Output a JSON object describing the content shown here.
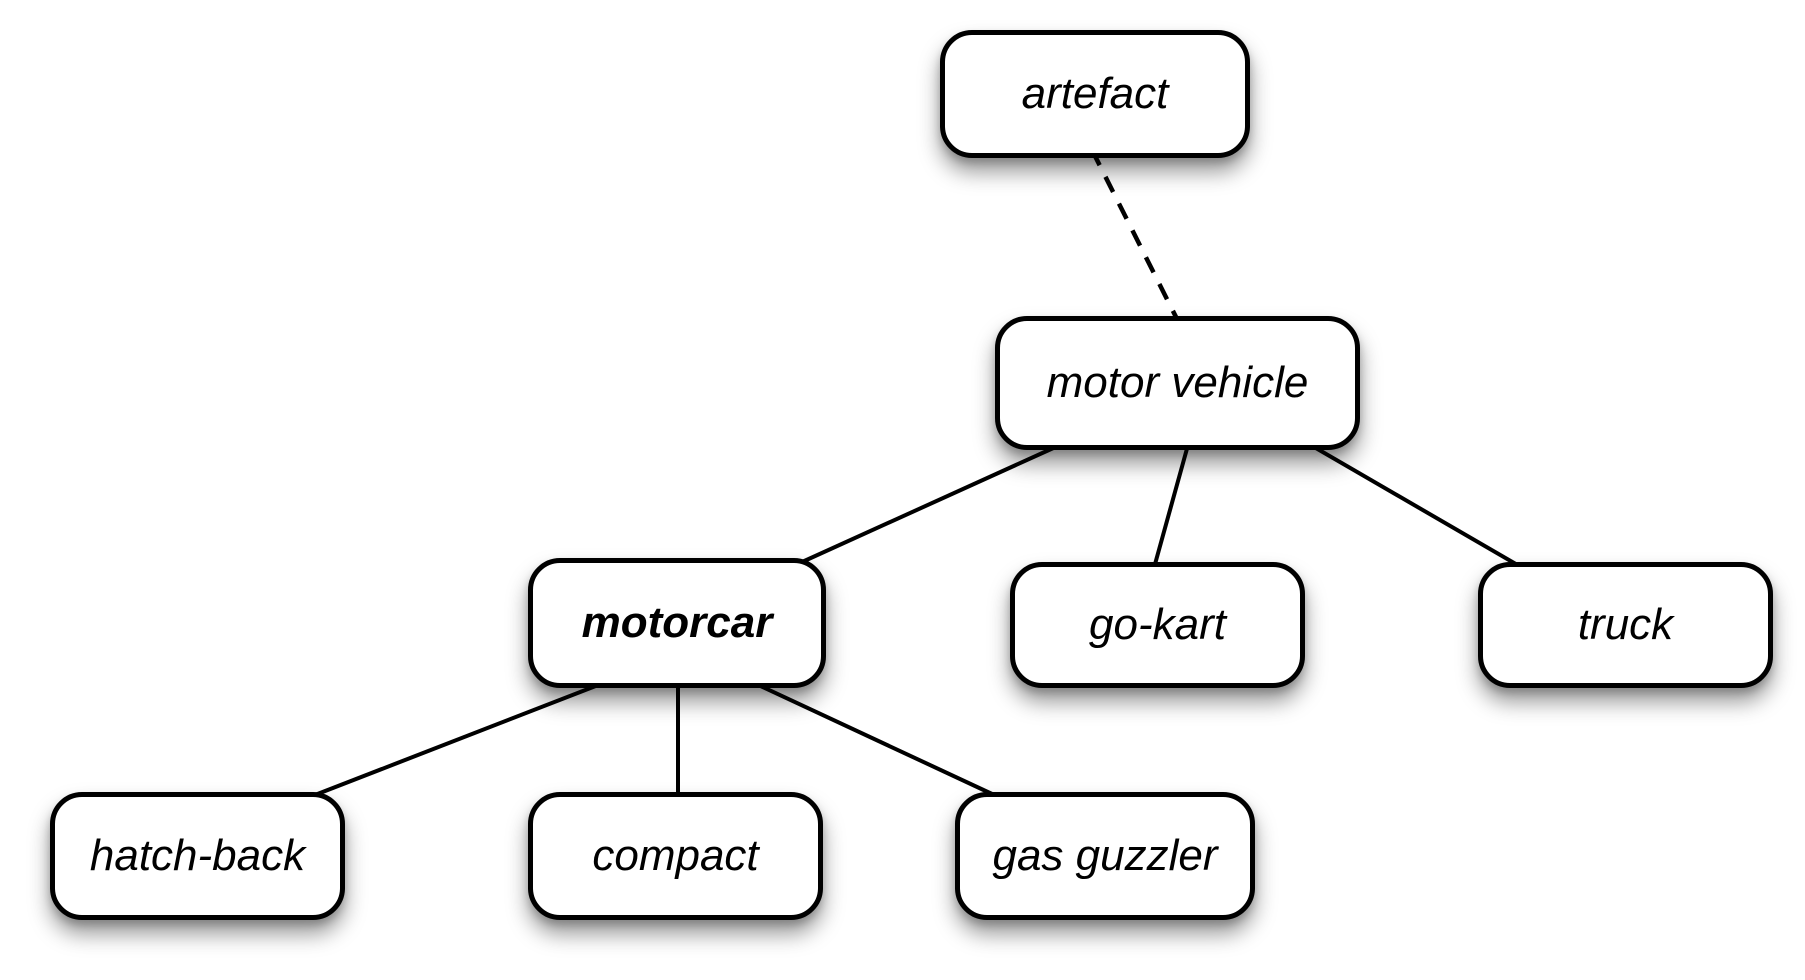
{
  "diagram": {
    "type": "tree-hierarchy",
    "root": "artefact",
    "highlighted_node": "motorcar",
    "colors": {
      "background": "#ffffff",
      "node_fill": "#ffffff",
      "node_border": "#000000",
      "text": "#000000",
      "shadow": "rgba(0,0,0,0.40)"
    },
    "nodes": [
      {
        "id": "artefact",
        "label": "artefact",
        "emphasis": "italic"
      },
      {
        "id": "motor-vehicle",
        "label": "motor vehicle",
        "emphasis": "italic"
      },
      {
        "id": "motorcar",
        "label": "motorcar",
        "emphasis": "bold-italic"
      },
      {
        "id": "go-kart",
        "label": "go-kart",
        "emphasis": "italic"
      },
      {
        "id": "truck",
        "label": "truck",
        "emphasis": "italic"
      },
      {
        "id": "hatch-back",
        "label": "hatch-back",
        "emphasis": "italic"
      },
      {
        "id": "compact",
        "label": "compact",
        "emphasis": "italic"
      },
      {
        "id": "gas-guzzler",
        "label": "gas guzzler",
        "emphasis": "italic"
      }
    ],
    "edges": [
      {
        "from": "artefact",
        "to": "motor-vehicle",
        "line": "dashed"
      },
      {
        "from": "motor-vehicle",
        "to": "motorcar",
        "line": "solid"
      },
      {
        "from": "motor-vehicle",
        "to": "go-kart",
        "line": "solid"
      },
      {
        "from": "motor-vehicle",
        "to": "truck",
        "line": "solid"
      },
      {
        "from": "motorcar",
        "to": "hatch-back",
        "line": "solid"
      },
      {
        "from": "motorcar",
        "to": "compact",
        "line": "solid"
      },
      {
        "from": "motorcar",
        "to": "gas-guzzler",
        "line": "solid"
      }
    ]
  }
}
